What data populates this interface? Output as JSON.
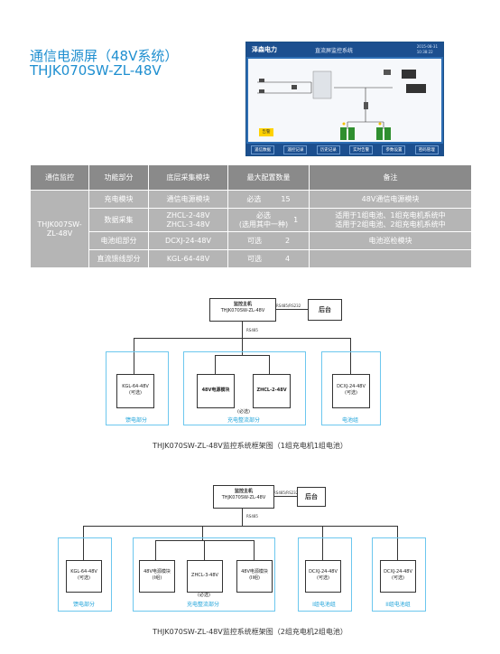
{
  "header": {
    "title": "通信电源屏（48V系统）",
    "model": "THJK070SW-ZL-48V"
  },
  "screen": {
    "logo": "泽森电力",
    "title": "直流屏监控系统",
    "time_line1": "2015-08-31",
    "time_line2": "10:38:22",
    "alarm": "告警",
    "buttons": [
      "遥信数据",
      "遥控记录",
      "历史记录",
      "实时告警",
      "参数设置",
      "密码管理"
    ]
  },
  "table": {
    "headers": [
      "通信监控",
      "功能部分",
      "底层采集模块",
      "最大配置数量",
      "备注"
    ],
    "system_name": "THJK007SW-ZL-48V",
    "rows": [
      {
        "func": "充电模块",
        "module": "通信电源模块",
        "config": "必选",
        "qty": "15",
        "note": "48V通信电源模块"
      },
      {
        "func": "数据采集",
        "module": "ZHCL-2-48V",
        "module2": "ZHCL-3-48V",
        "config": "必选",
        "config2": "(选用其中一种)",
        "qty": "1",
        "note": "适用于1组电池、1组充电机系统中",
        "note2": "适用于2组电池、2组充电机系统中"
      },
      {
        "func": "电池组部分",
        "module": "DCXJ-24-48V",
        "config": "可选",
        "qty": "2",
        "note": "电池巡检模块"
      },
      {
        "func": "直流馈线部分",
        "module": "KGL-64-48V",
        "config": "可选",
        "qty": "4",
        "note": ""
      }
    ]
  },
  "diagram1": {
    "host_title": "监控主机",
    "host_model": "THJK070SW-ZL-48V",
    "link_label": "RS485/RS232",
    "backend": "后台",
    "bus_label": "RS485",
    "modules": [
      {
        "name": "KGL-64-48V",
        "sub": "(可选)"
      },
      {
        "name": "48V电源模块",
        "sub": ""
      },
      {
        "name": "ZHCL-2-48V",
        "sub": ""
      },
      {
        "name": "DCXJ-24-48V",
        "sub": "(可选)"
      }
    ],
    "required": "(必选)",
    "groups": [
      "馈电部分",
      "充电整流部分",
      "电池组"
    ],
    "caption": "THJK070SW-ZL-48V监控系统框架图（1组充电机1组电池）"
  },
  "diagram2": {
    "host_title": "监控主机",
    "host_model": "THJK070SW-ZL-48V",
    "link_label": "RS485/RS232",
    "backend": "后台",
    "bus_label": "RS485",
    "modules": [
      {
        "name": "KGL-64-48V",
        "sub": "(可选)"
      },
      {
        "name": "48V电源模块",
        "sub": "(I组)"
      },
      {
        "name": "ZHCL-3-48V",
        "sub": ""
      },
      {
        "name": "48V电源模块",
        "sub": "(II组)"
      },
      {
        "name": "DCXJ-24-48V",
        "sub": "(可选)"
      },
      {
        "name": "DCXJ-24-48V",
        "sub": "(可选)"
      }
    ],
    "required": "(必选)",
    "groups": [
      "馈电部分",
      "充电整流部分",
      "I组电池组",
      "II组电池组"
    ],
    "caption": "THJK070SW-ZL-48V监控系统框架图（2组充电机2组电池）"
  }
}
